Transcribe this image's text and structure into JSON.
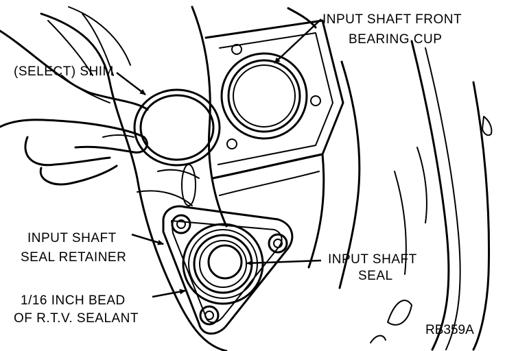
{
  "labels": {
    "bearing_cup": [
      "INPUT SHAFT FRONT",
      "BEARING CUP"
    ],
    "shim": [
      "(SELECT) SHIM"
    ],
    "seal_retainer": [
      "INPUT SHAFT",
      "SEAL RETAINER"
    ],
    "seal": [
      "INPUT SHAFT",
      "SEAL"
    ],
    "rtv_bead": [
      "1/16 INCH BEAD",
      "OF R.T.V. SEALANT"
    ]
  },
  "figure_code": "RB359A"
}
